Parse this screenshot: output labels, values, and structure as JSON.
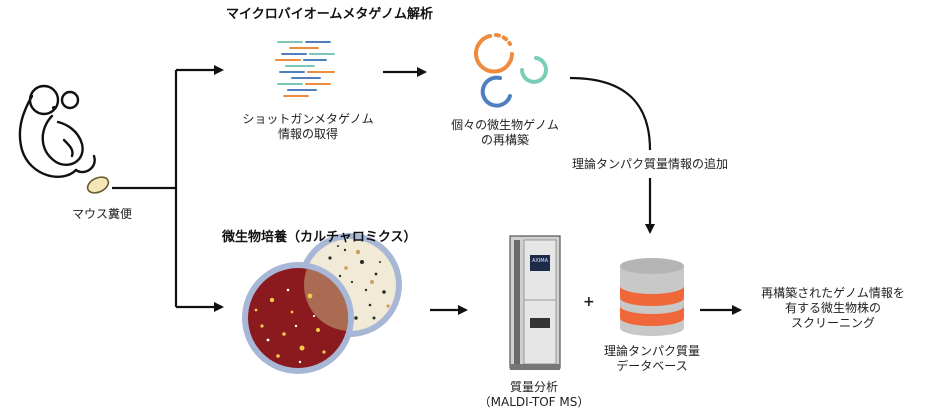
{
  "section_titles": {
    "metagenome": "マイクロバイオームメタゲノム解析",
    "culturomics": "微生物培養（カルチャロミクス）"
  },
  "labels": {
    "feces": "マウス糞便",
    "shotgun_line1": "ショットガンメタゲノム",
    "shotgun_line2": "情報の取得",
    "reconstruct_line1": "個々の微生物ゲノム",
    "reconstruct_line2": "の再構築",
    "add_protein": "理論タンパク質量情報の追加",
    "maldi_line1": "質量分析",
    "maldi_line2": "（MALDI-TOF MS）",
    "plus": "+",
    "db_line1": "理論タンパク質量",
    "db_line2": "データベース",
    "screen_line1": "再構築されたゲノム情報を",
    "screen_line2": "有する微生物株の",
    "screen_line3": "スクリーニング",
    "instrument_brand": "AXIMA"
  },
  "colors": {
    "db_orange": "#f0673a",
    "db_gray": "#c8c8c8",
    "plate_red": "#8b1a1f",
    "plate_cream": "#f1ead7",
    "plate_rim": "#a9b7d6",
    "ring_orange": "#f08a3c",
    "ring_teal": "#7ccdb8",
    "ring_blue": "#4f7fc0"
  },
  "icons": [
    "mouse-icon",
    "feces-pellet-icon",
    "sequence-reads-icon",
    "genome-rings-icon",
    "petri-dish-icon",
    "mass-spectrometer-icon",
    "database-icon"
  ]
}
